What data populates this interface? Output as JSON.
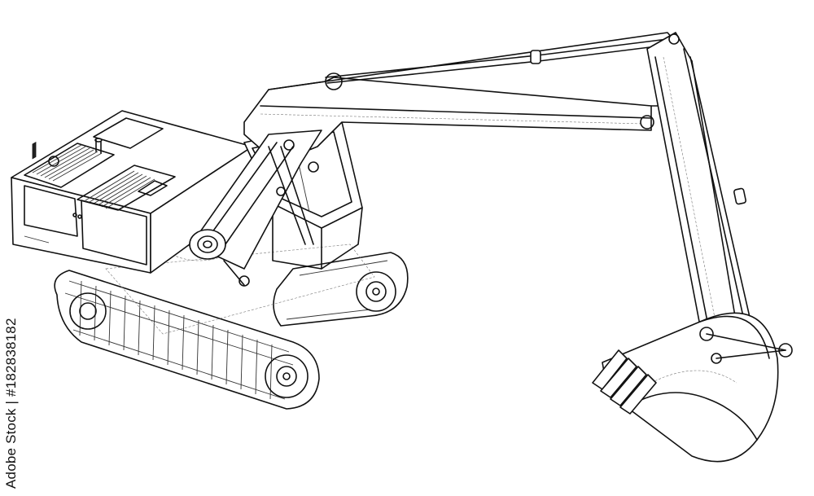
{
  "image": {
    "subject": "excavator",
    "style": "wireframe line drawing",
    "background_color": "#ffffff",
    "line_color": "#111111"
  },
  "stock": {
    "side_label": "Adobe Stock | #182838182"
  }
}
